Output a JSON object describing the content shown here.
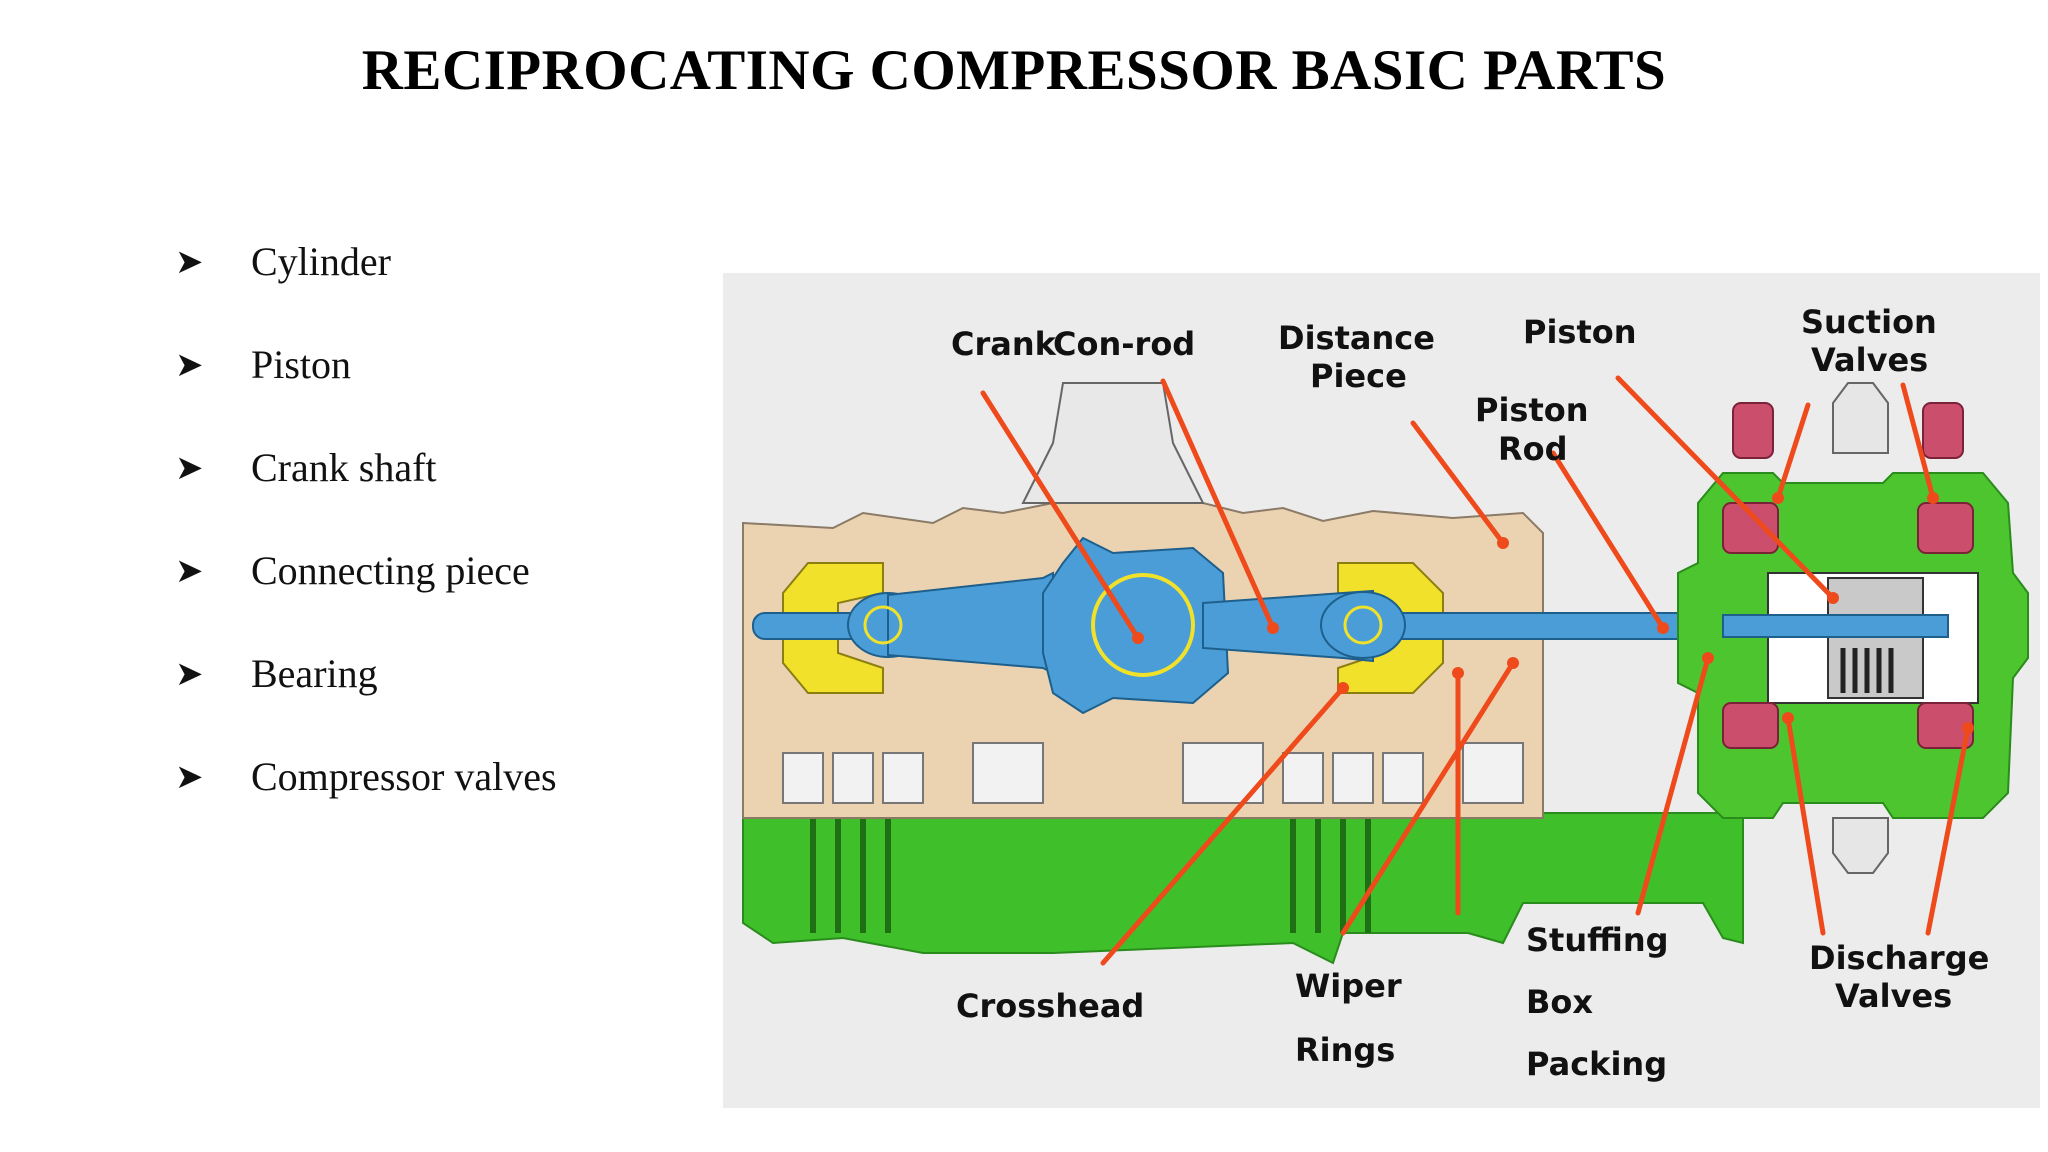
{
  "title": "RECIPROCATING COMPRESSOR BASIC PARTS",
  "bullet_marker_icon": "arrowhead-bullet-icon",
  "bullets": [
    "Cylinder",
    "Piston",
    "Crank shaft",
    "Connecting piece",
    "Bearing",
    "Compressor valves"
  ],
  "diagram": {
    "labels": {
      "crank": "Crank",
      "conrod": "Con-rod",
      "distance_1": "Distance",
      "distance_2": "Piece",
      "piston": "Piston",
      "piston_rod_1": "Piston",
      "piston_rod_2": "Rod",
      "suction_1": "Suction",
      "suction_2": "Valves",
      "crosshead": "Crosshead",
      "wiper_1": "Wiper",
      "wiper_2": "Rings",
      "stuffing_1": "Stuffing",
      "stuffing_2": "Box",
      "stuffing_3": "Packing",
      "discharge_1": "Discharge",
      "discharge_2": "Valves"
    },
    "colors": {
      "background": "#ececec",
      "frame_tan": "#ebd3b2",
      "base_green": "#3fbf2a",
      "cylinder_green": "#4cc52e",
      "blue": "#4a9dd6",
      "yellow": "#f1e12a",
      "valve_pink": "#cc4e6d",
      "leader_red": "#ee4a1c"
    }
  }
}
